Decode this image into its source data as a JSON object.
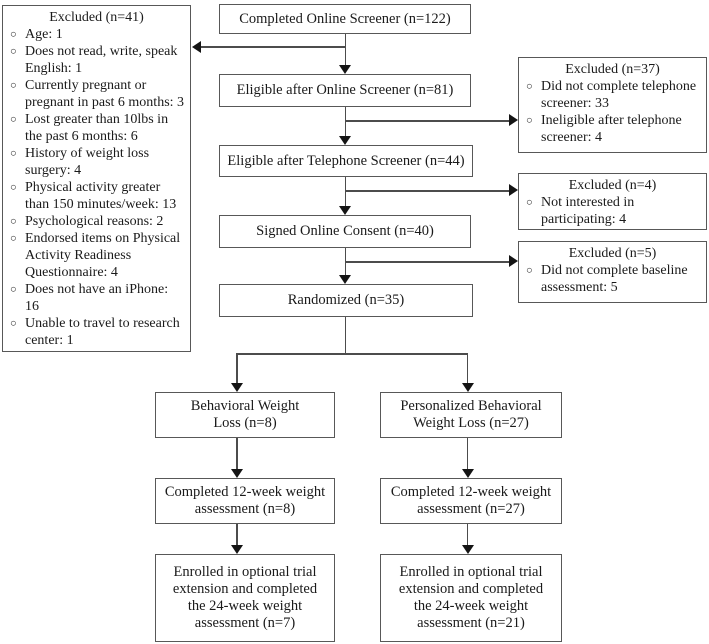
{
  "diagram": {
    "bullet_icon": "○",
    "colors": {
      "background": "#ffffff",
      "box_border": "#585858",
      "line": "#4c4c4c",
      "arrow": "#141414",
      "text": "#1a1a1a"
    },
    "flow": {
      "completed_screener": "Completed Online Screener (n=122)",
      "eligible_online": "Eligible after Online Screener (n=81)",
      "eligible_telephone": "Eligible after Telephone Screener (n=44)",
      "signed_consent": "Signed Online Consent (n=40)",
      "randomized": "Randomized (n=35)"
    },
    "excluded_left": {
      "title": "Excluded (n=41)",
      "items": [
        "Age: 1",
        "Does not read, write, speak English: 1",
        "Currently pregnant or pregnant in past 6 months: 3",
        "Lost greater than 10lbs in the past 6 months: 6",
        "History of weight loss surgery: 4",
        "Physical activity greater than 150 minutes/week: 13",
        "Psychological reasons: 2",
        "Endorsed items on Physical Activity Readiness Questionnaire: 4",
        "Does not have an iPhone: 16",
        "Unable to travel to research center: 1"
      ]
    },
    "excluded_right": [
      {
        "title": "Excluded (n=37)",
        "items": [
          "Did not complete telephone screener: 33",
          "Ineligible after telephone screener: 4"
        ]
      },
      {
        "title": "Excluded (n=4)",
        "items": [
          "Not interested in participating: 4"
        ]
      },
      {
        "title": "Excluded (n=5)",
        "items": [
          "Did not complete baseline assessment: 5"
        ]
      }
    ],
    "arms": {
      "left": {
        "name": [
          "Behavioral Weight",
          "Loss (n=8)"
        ],
        "week12": [
          "Completed 12-week weight",
          "assessment (n=8)"
        ],
        "week24": [
          "Enrolled in optional trial",
          "extension and completed",
          "the 24-week weight",
          "assessment (n=7)"
        ]
      },
      "right": {
        "name": [
          "Personalized Behavioral",
          "Weight Loss (n=27)"
        ],
        "week12": [
          "Completed 12-week weight",
          "assessment (n=27)"
        ],
        "week24": [
          "Enrolled in optional trial",
          "extension and completed",
          "the 24-week weight",
          "assessment (n=21)"
        ]
      }
    }
  }
}
